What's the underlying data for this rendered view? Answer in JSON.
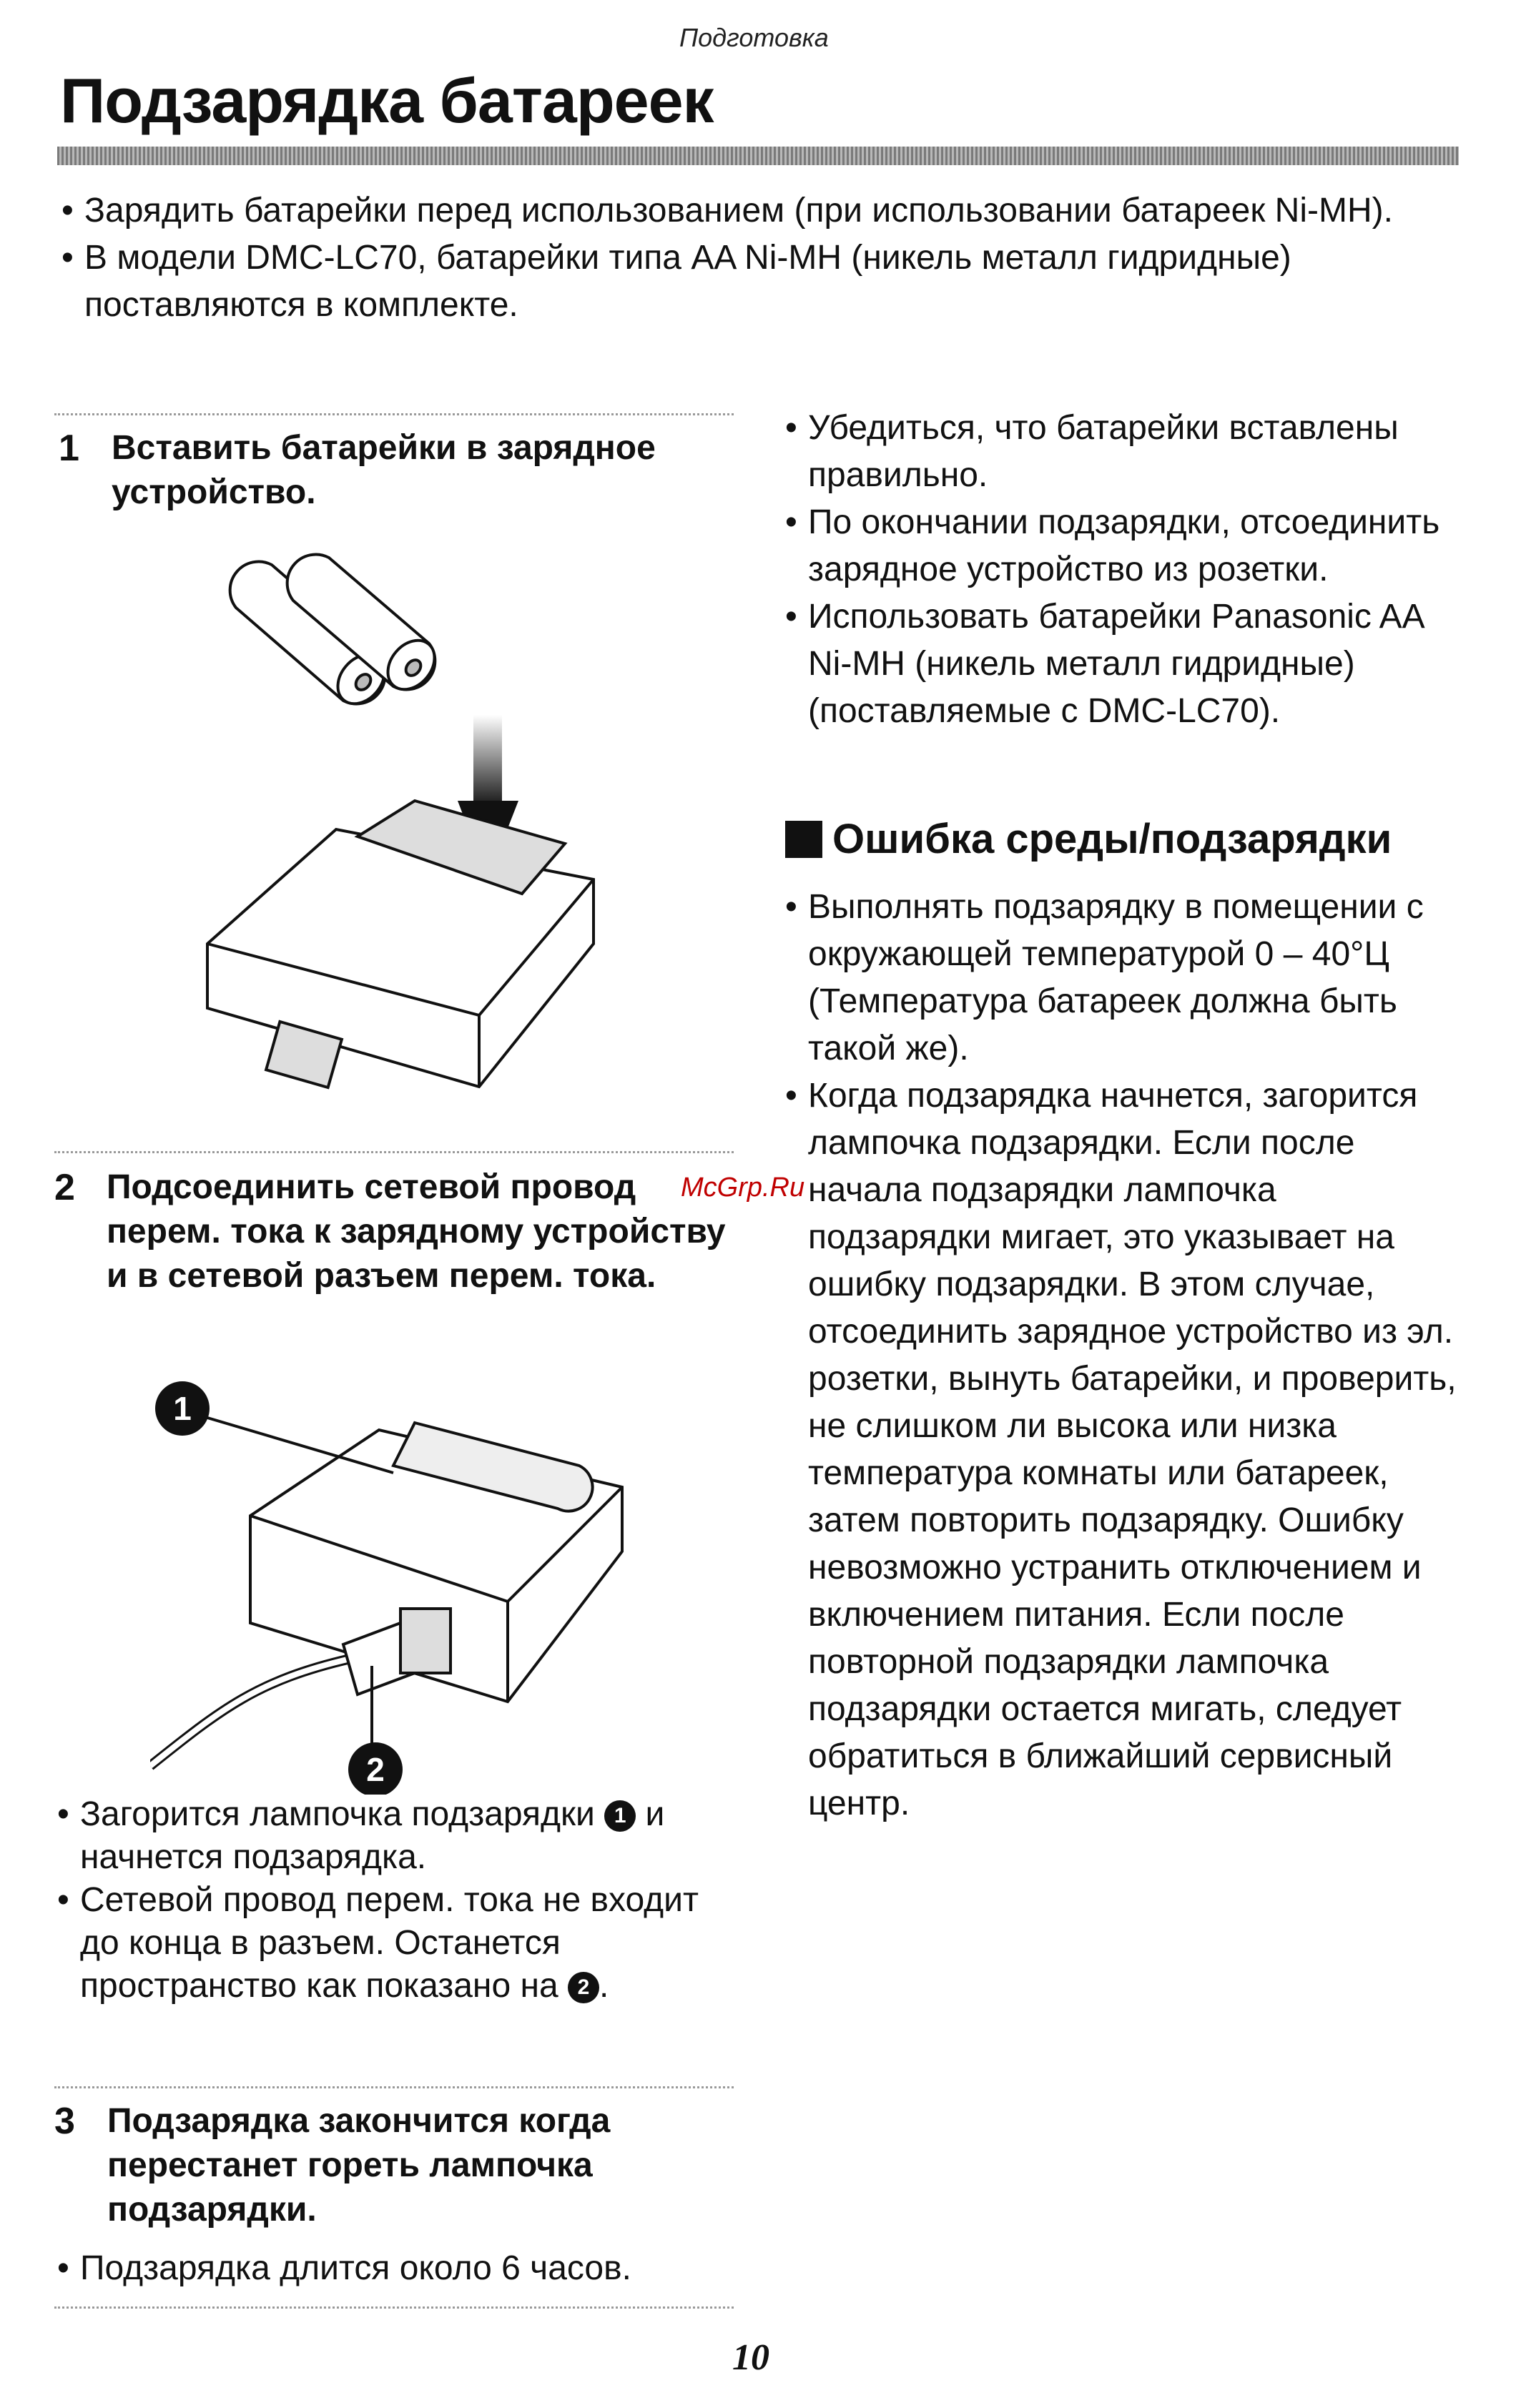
{
  "header": {
    "section": "Подготовка",
    "title": "Подзарядка батареек"
  },
  "intro": [
    "Зарядить батарейки перед использованием (при использовании батареек Ni-MH).",
    "В модели DMC-LC70, батарейки типа AA Ni-MH (никель металл гидридные) поставляются в комплекте."
  ],
  "steps": [
    {
      "num": "1",
      "text": "Вставить батарейки в зарядное устройство."
    },
    {
      "num": "2",
      "text": "Подсоединить сетевой провод перем. тока к зарядному устройству и в сетевой разъем перем. тока."
    },
    {
      "num": "3",
      "text": "Подзарядка закончится когда перестанет гореть лампочка подзарядки."
    }
  ],
  "callouts": [
    "1",
    "2"
  ],
  "step2_notes": {
    "line1_before": "Загорится лампочка подзарядки",
    "line1_after": "и начнется подзарядка.",
    "line2_before": "Сетевой провод перем. тока не входит до конца в разъем. Останется пространство как показано на",
    "line2_after": "."
  },
  "step3_note": "Подзарядка длится около 6 часов.",
  "right_notes": [
    "Убедиться, что батарейки вставлены правильно.",
    "По окончании подзарядки, отсоединить зарядное устройство из розетки.",
    "Использовать батарейки Panasonic AA Ni-MH (никель металл гидридные) (поставляемые с DMC-LC70)."
  ],
  "error_section": {
    "heading": "Ошибка среды/подзарядки",
    "bullets": [
      "Выполнять подзарядку в помещении с окружающей температурой 0 – 40°Ц (Температура батареек должна быть такой же).",
      "Когда подзарядка начнется, загорится лампочка подзарядки. Если после начала подзарядки лампочка подзарядки мигает, это указывает на ошибку подзарядки. В этом случае, отсоединить зарядное устройство из эл. розетки, вынуть батарейки, и проверить, не слишком ли высока или низка температура комнаты или батареек, затем повторить подзарядку. Ошибку невозможно устранить отключением и включением питания. Если после повторной подзарядки лампочка подзарядки остается мигать, следует обратиться в ближайший сервисный центр."
    ]
  },
  "watermark": "McGrp.Ru",
  "page_number": "10"
}
